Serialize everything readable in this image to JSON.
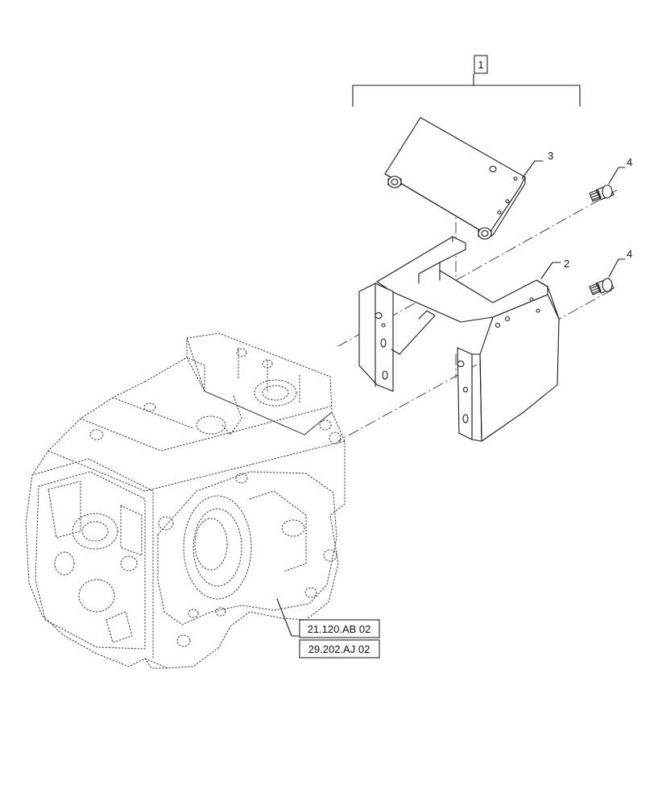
{
  "callouts": {
    "assembly": "1",
    "bracket": "2",
    "plate": "3",
    "bolt_upper": "4",
    "bolt_lower": "4"
  },
  "references": [
    "21.120.AB 02",
    "29.202.AJ 02"
  ]
}
